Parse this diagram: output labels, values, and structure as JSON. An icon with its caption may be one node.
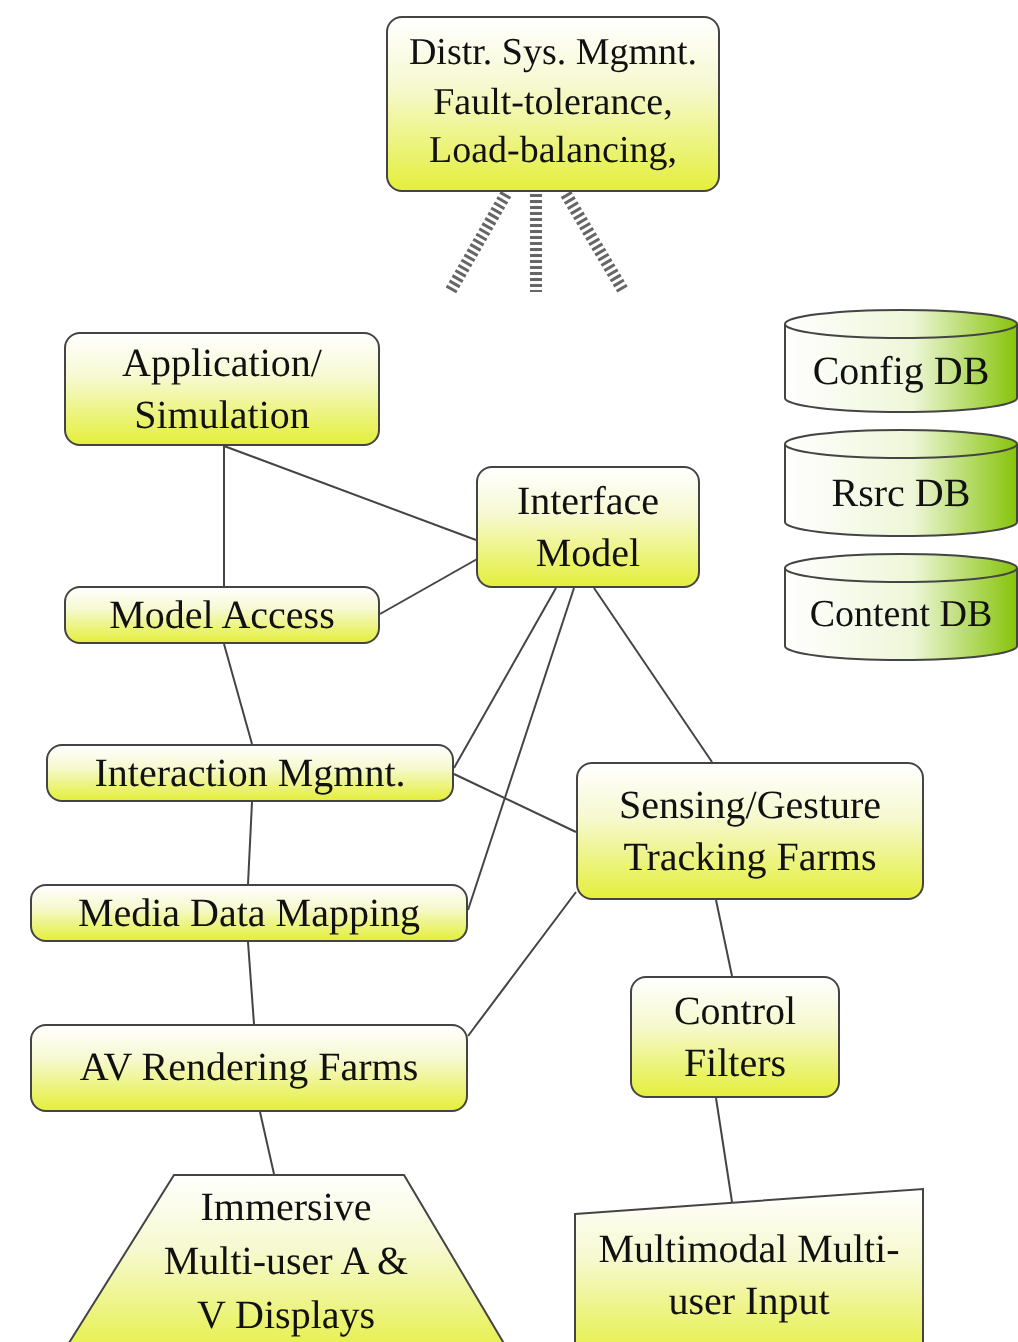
{
  "diagram": {
    "nodes": [
      {
        "text": [
          "Distr. Sys. Mgmnt. Fault-tolerance, Load-balancing,"
        ]
      },
      {
        "text": [
          "Application/ Simulation"
        ]
      },
      {
        "text": [
          "Interface Model"
        ]
      },
      {
        "text": [
          "Config DB"
        ]
      },
      {
        "text": [
          "Rsrc DB"
        ]
      },
      {
        "text": [
          "Content DB"
        ]
      },
      {
        "text": [
          "Model Access"
        ]
      },
      {
        "text": [
          "Interaction Mgmnt."
        ]
      },
      {
        "text": [
          "Sensing/Gesture Tracking Farms"
        ]
      },
      {
        "text": [
          "Media Data Mapping"
        ]
      },
      {
        "text": [
          "Control Filters"
        ]
      },
      {
        "text": [
          "AV Rendering Farms"
        ]
      },
      {
        "text": [
          "Immersive Multi-user A & V Displays"
        ]
      },
      {
        "text": [
          "Multimodal Multi-user Input"
        ]
      }
    ],
    "edges": [
      {
        "from": 0,
        "to": null,
        "arrow": "none",
        "style": "dashed"
      },
      {
        "from": 0,
        "to": null,
        "arrow": "none",
        "style": "dashed"
      },
      {
        "from": 0,
        "to": null,
        "arrow": "none",
        "style": "dashed"
      },
      {
        "from": 1,
        "to": 6,
        "arrow": "none"
      },
      {
        "from": 1,
        "to": 2,
        "arrow": "none"
      },
      {
        "from": 6,
        "to": 2,
        "arrow": "none"
      },
      {
        "from": 6,
        "to": 7,
        "arrow": "none"
      },
      {
        "from": 2,
        "to": 7,
        "arrow": "none"
      },
      {
        "from": 2,
        "to": 9,
        "arrow": "none"
      },
      {
        "from": 2,
        "to": 8,
        "arrow": "none"
      },
      {
        "from": 7,
        "to": 8,
        "arrow": "none"
      },
      {
        "from": 7,
        "to": 9,
        "arrow": "none"
      },
      {
        "from": 9,
        "to": 11,
        "arrow": "none"
      },
      {
        "from": 11,
        "to": 8,
        "arrow": "none"
      },
      {
        "from": 8,
        "to": 10,
        "arrow": "none"
      },
      {
        "from": 10,
        "to": 13,
        "arrow": "none"
      },
      {
        "from": 11,
        "to": 12,
        "arrow": "none"
      }
    ]
  }
}
